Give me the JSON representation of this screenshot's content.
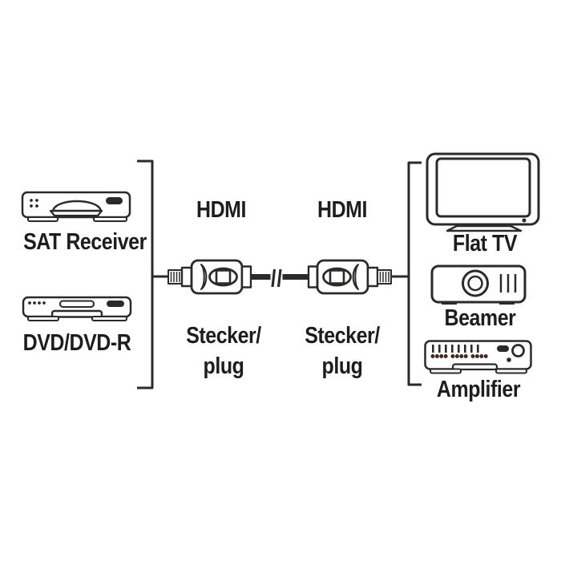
{
  "diagram": {
    "source_devices": [
      {
        "id": "sat-receiver",
        "label": "SAT Receiver"
      },
      {
        "id": "dvd-recorder",
        "label": "DVD/DVD-R"
      }
    ],
    "cable": {
      "connectors": [
        {
          "port_label": "HDMI",
          "plug_line1": "Stecker/",
          "plug_line2": "plug"
        },
        {
          "port_label": "HDMI",
          "plug_line1": "Stecker/",
          "plug_line2": "plug"
        }
      ]
    },
    "target_devices": [
      {
        "id": "flat-tv",
        "label": "Flat TV"
      },
      {
        "id": "beamer",
        "label": "Beamer"
      },
      {
        "id": "amplifier",
        "label": "Amplifier"
      }
    ],
    "colors": {
      "line": "#2a2a28",
      "text": "#1d1d1b",
      "background": "#ffffff",
      "amplifier_led": "#5a2415"
    }
  }
}
